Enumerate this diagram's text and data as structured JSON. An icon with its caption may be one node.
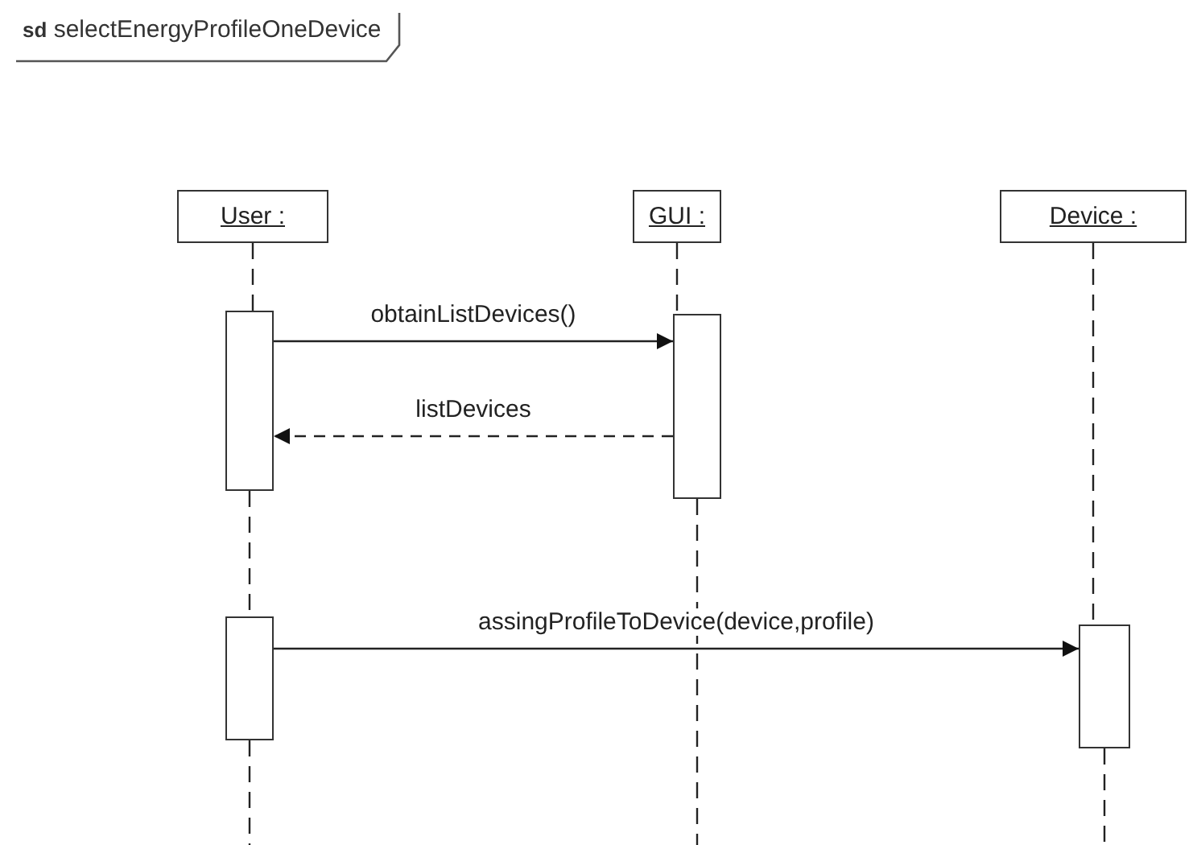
{
  "diagram": {
    "nodes": [
      {
        "text": [
          "User :"
        ]
      },
      {
        "text": [
          "GUI :"
        ]
      },
      {
        "text": [
          "Device :"
        ]
      },
      {
        "text": [],
        "shape": "bar"
      },
      {
        "text": [],
        "shape": "bar"
      },
      {
        "text": [],
        "shape": "bar"
      },
      {
        "text": [],
        "shape": "bar"
      }
    ],
    "edges": [
      {
        "from": 3,
        "to": 4,
        "label": "obtainListDevices()",
        "arrow": "to"
      },
      {
        "from": 4,
        "to": 3,
        "label": "listDevices",
        "arrow": "to",
        "style": "dashed"
      },
      {
        "from": 5,
        "to": 6,
        "label": "assingProfileToDevice(device,profile)",
        "arrow": "to"
      },
      {
        "from": 0,
        "to": 3,
        "arrow": "none",
        "style": "dashed"
      },
      {
        "from": 3,
        "to": 5,
        "arrow": "none",
        "style": "dashed"
      },
      {
        "from": 5,
        "to": null,
        "arrow": "none",
        "style": "dashed"
      },
      {
        "from": 1,
        "to": 4,
        "arrow": "none",
        "style": "dashed"
      },
      {
        "from": 4,
        "to": null,
        "arrow": "none",
        "style": "dashed"
      },
      {
        "from": 2,
        "to": 6,
        "arrow": "none",
        "style": "dashed"
      },
      {
        "from": 6,
        "to": null,
        "arrow": "none",
        "style": "dashed"
      }
    ],
    "labels": [
      "**sd** selectEnergyProfileOneDevice"
    ]
  }
}
